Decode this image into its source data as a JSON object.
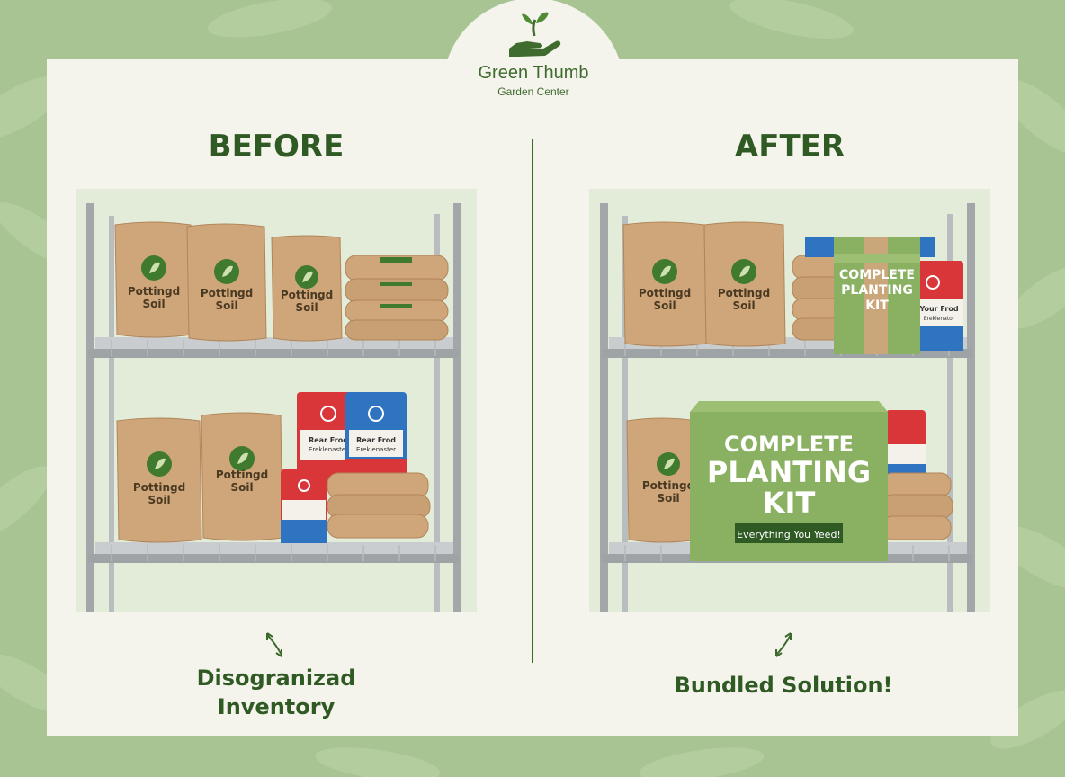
{
  "brand": {
    "name": "Green Thumb",
    "subtitle": "Garden Center",
    "icon": "hand-with-sprout-icon"
  },
  "before": {
    "heading": "BEFORE",
    "caption_line1": "Disogranizad",
    "caption_line2": "Inventory",
    "soil_label_line1": "Pottingd",
    "soil_label_line2": "Soil",
    "food_label_line1": "Rear Frod",
    "food_label_line2": "Ereklenaster"
  },
  "after": {
    "heading": "AFTER",
    "caption": "Bundled Solution!",
    "kit_line1": "COMPLETE",
    "kit_line2": "PLANTING",
    "kit_line3": "KIT",
    "kit_tagline": "Everything You Yeed!",
    "food_label_line1": "Your Frod",
    "food_label_line2": "Ereklenator"
  },
  "icons": {
    "leaf": "leaf-icon",
    "sun": "sun-icon",
    "swap": "swap-arrows-icon"
  },
  "colors": {
    "background": "#a9c493",
    "card": "#f4f3ec",
    "brand_green": "#2f5a23",
    "kraft": "#cfa57a",
    "kit_green": "#8ab061",
    "red_bag": "#d9363a",
    "blue_bag": "#2f74c0"
  }
}
